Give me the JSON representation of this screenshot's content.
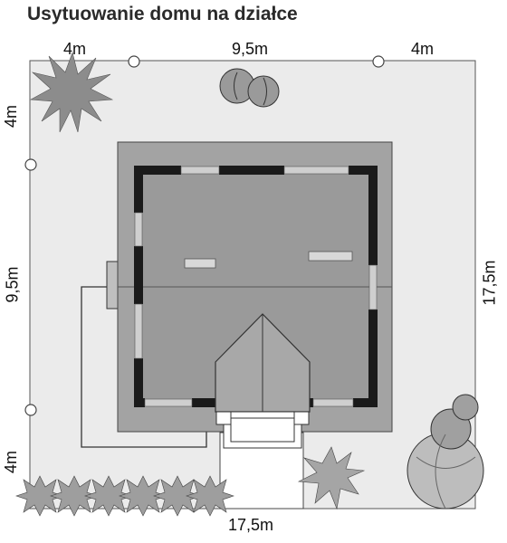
{
  "title": "Usytuowanie domu na działce",
  "dimensions": {
    "top_left": "4m",
    "top_middle": "9,5m",
    "top_right": "4m",
    "left_top": "4m",
    "left_middle": "9,5m",
    "left_bottom": "4m",
    "right": "17,5m",
    "bottom": "17,5m"
  },
  "colors": {
    "plot": "#ebebeb",
    "roof": "#a3a3a3",
    "wall": "#1a1a1a",
    "tree": "#8c8c8c"
  }
}
